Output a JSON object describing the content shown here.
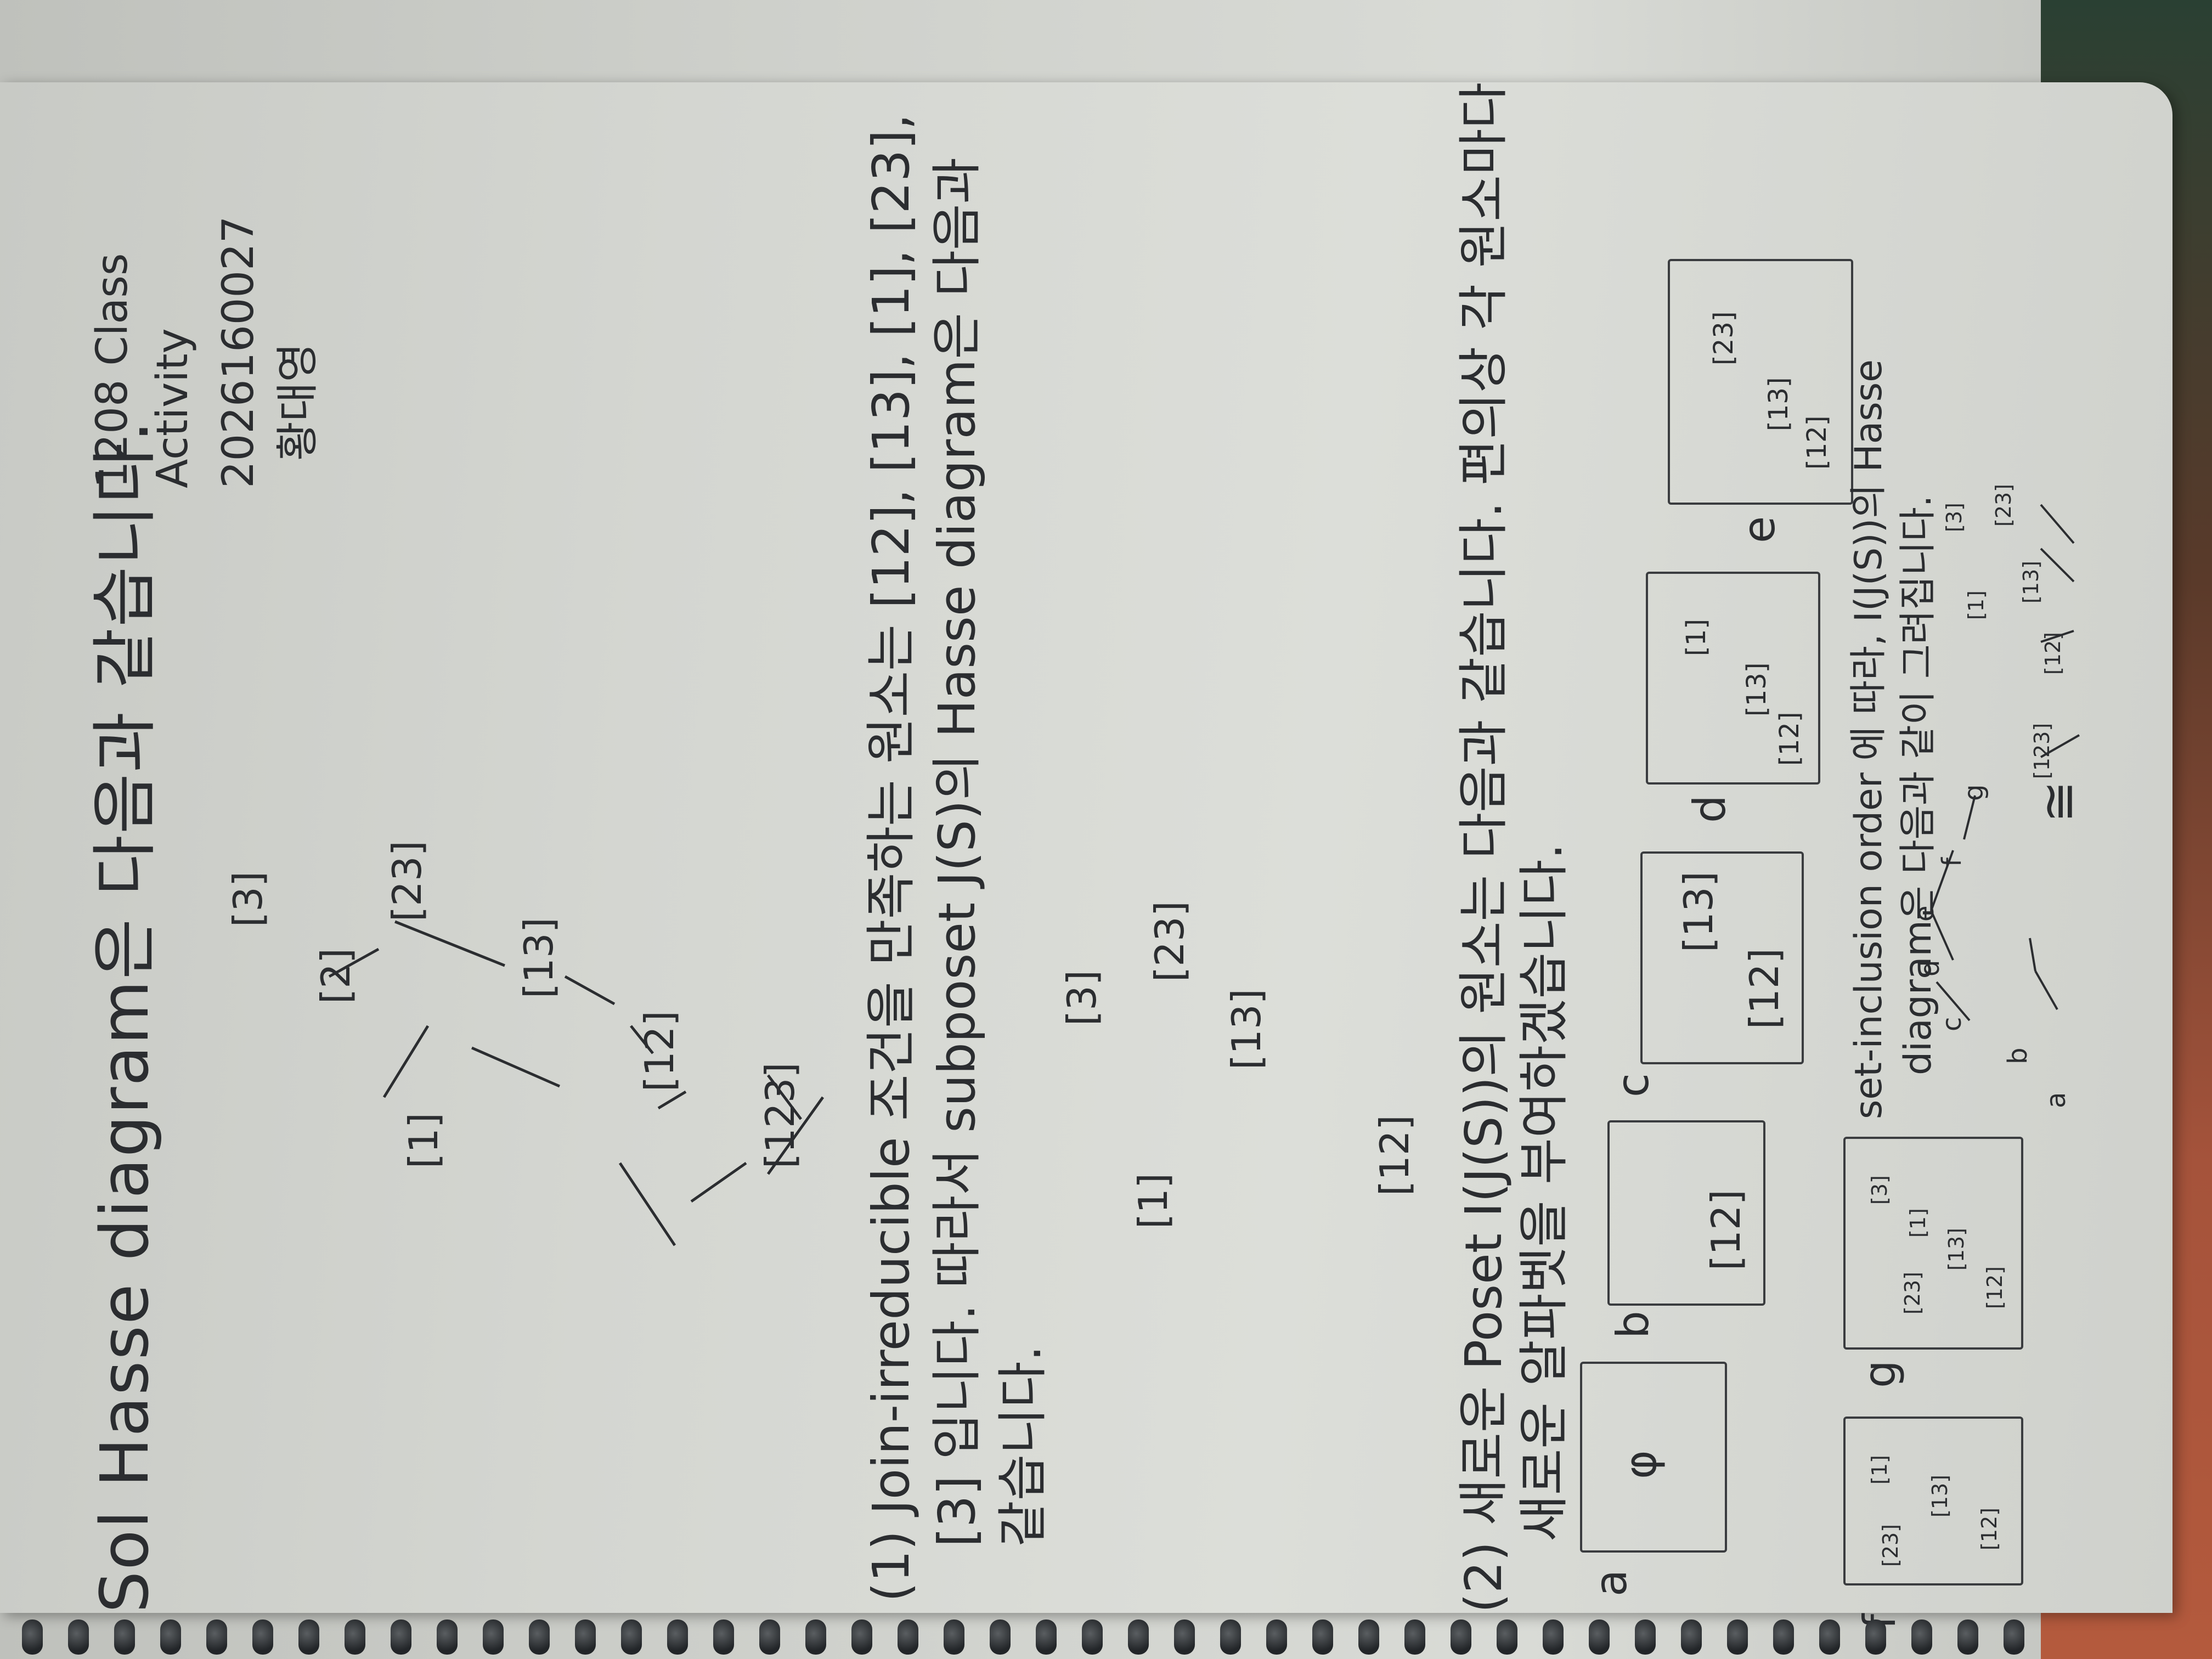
{
  "header": {
    "title": "Sol Hasse diagram은 다음과 같습니다.",
    "course": "1208 Class",
    "activity": "Activity",
    "student_id": "2026160027",
    "student_name": "황대영"
  },
  "diagram1": {
    "nodes": [
      "[3]",
      "[2]",
      "[23]",
      "[1]",
      "[13]",
      "[12]",
      "[123]"
    ]
  },
  "part1": {
    "line1": "(1) Join-irreducible 조건을 만족하는 원소는 [12], [13], [1], [23],",
    "line2": "[3] 입니다. 따라서 subposet J(S)의 Hasse diagram은 다음과",
    "line3": "같습니다.",
    "nodes": [
      "[3]",
      "[23]",
      "[1]",
      "[13]",
      "[12]"
    ]
  },
  "part2": {
    "line1": "(2) 새로운 Poset I(J(S))의 원소는 다음과 같습니다. 편의상 각 원소마다",
    "line2": "새로운 알파벳을 부여하겠습니다.",
    "labels": [
      "a",
      "b",
      "c",
      "d",
      "e",
      "f",
      "g"
    ],
    "a_content": "φ",
    "b_content": "[12]",
    "c_content": [
      "[13]",
      "[12]"
    ],
    "d_content": [
      "[1]",
      "[13]",
      "[12]"
    ],
    "e_content": [
      "[23]",
      "[13]",
      "[12]"
    ],
    "f_content": [
      "[1]",
      "[23]",
      "[13]",
      "[12]"
    ],
    "g_content": [
      "[3]",
      "[1]",
      "[23]",
      "[13]",
      "[12]"
    ],
    "conclusion1": "set-inclusion order 에 따라, I(J(S))의 Hasse",
    "conclusion2": "diagram은 다음과 같이 그려집니다.",
    "chain": [
      "a",
      "b",
      "c",
      "d",
      "e",
      "f",
      "g"
    ],
    "equals": "≅",
    "final_nodes": [
      "[3]",
      "[1]",
      "[23]",
      "[13]",
      "[12]",
      "[123]"
    ]
  }
}
